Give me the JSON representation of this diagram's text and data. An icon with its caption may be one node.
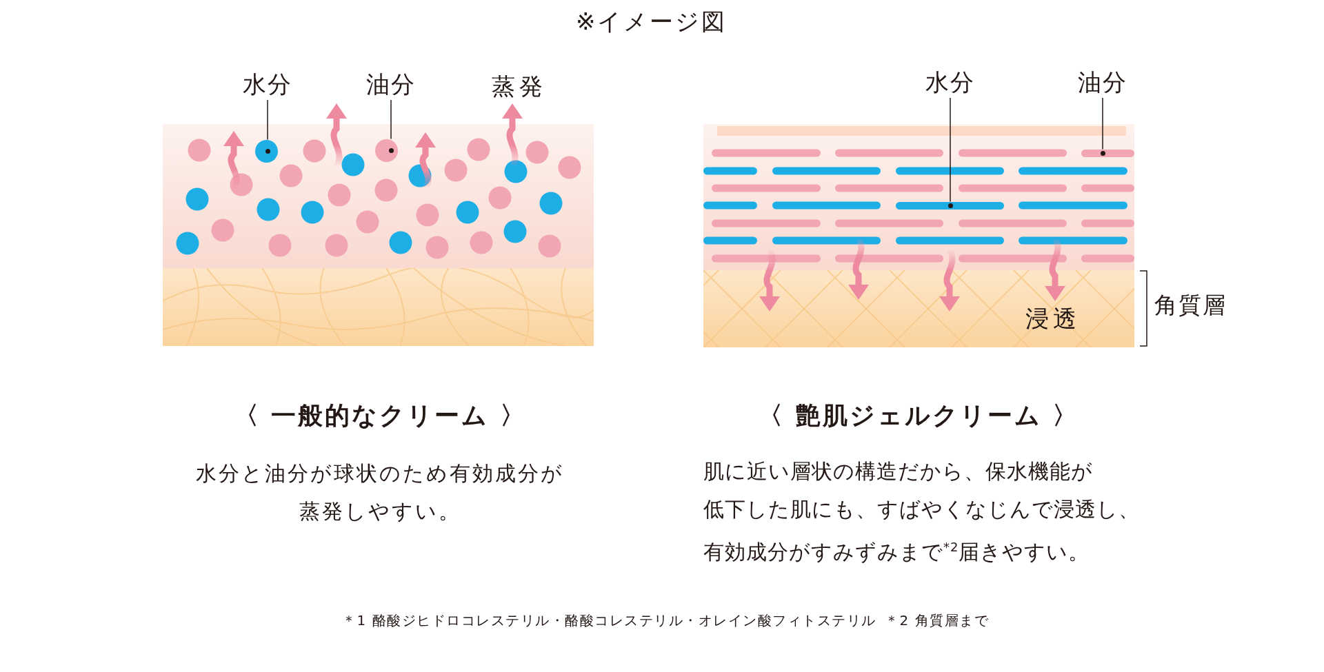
{
  "diagram": {
    "nodes": [
      {
        "text": [
          "水分"
        ]
      },
      {
        "text": [],
        "shape": "circle"
      },
      {
        "text": [
          "油分"
        ]
      },
      {
        "text": [],
        "shape": "circle"
      },
      {
        "text": [
          "水分"
        ]
      },
      {
        "text": [],
        "shape": "bar"
      },
      {
        "text": [
          "油分"
        ]
      },
      {
        "text": [],
        "shape": "bar"
      }
    ],
    "edges": [
      {
        "from": 0,
        "to": 1,
        "arrow": "none"
      },
      {
        "from": 2,
        "to": 3,
        "arrow": "none"
      },
      {
        "from": 4,
        "to": 5,
        "arrow": "none"
      },
      {
        "from": 6,
        "to": 7,
        "arrow": "none"
      }
    ],
    "labels": [
      "※イメージ図",
      "蒸発",
      "浸透",
      "角質層",
      "〈 一般的なクリーム 〉",
      "水分と油分が球状のため有効成分が蒸発しやすい。",
      "〈 艶肌ジェルクリーム 〉",
      "肌に近い層状の構造だから、保水機能が低下した肌にも、すばやくなじんで浸透し、有効成分がすみずみまで$^{*2}$届きやすい。",
      "＊1 酪酸ジヒドロコレステリル・酪酸コレステリル・オレイン酸フィトステリル",
      "＊2 角質層まで"
    ]
  }
}
